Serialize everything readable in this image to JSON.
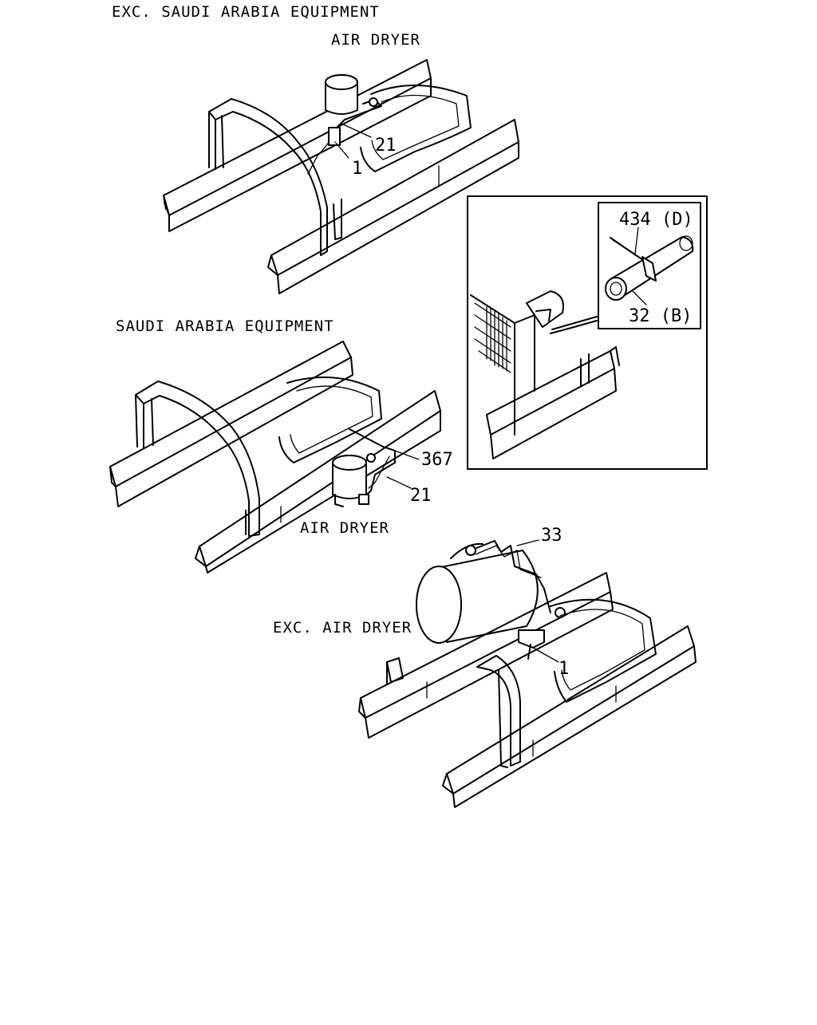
{
  "sections": {
    "exc_saudi": {
      "heading": "EXC. SAUDI ARABIA EQUIPMENT",
      "component_label": "AIR DRYER",
      "callouts": [
        "21",
        "1"
      ]
    },
    "saudi": {
      "heading": "SAUDI ARABIA EQUIPMENT",
      "component_label": "AIR DRYER",
      "callouts": [
        "367",
        "21"
      ]
    },
    "exc_air_dryer": {
      "heading": "EXC. AIR DRYER",
      "callouts": [
        "33",
        "1"
      ]
    }
  },
  "detail_inset": {
    "callouts": [
      "434 (D)",
      "32 (B)"
    ]
  }
}
